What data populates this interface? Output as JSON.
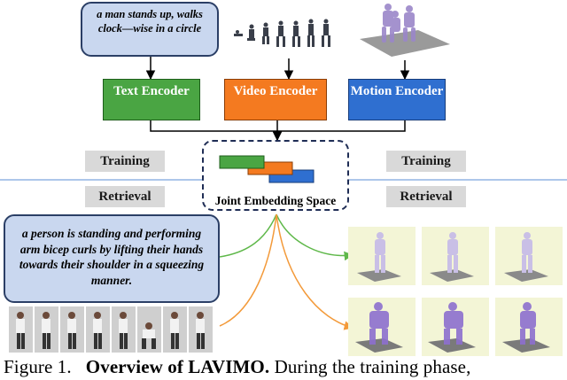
{
  "text_query_top": "a man stands up, walks clock—wise in a circle",
  "text_query_bottom": "a person is standing and performing arm bicep curls by lifting their hands towards their shoulder in a squeezing manner.",
  "encoders": {
    "text": "Text Encoder",
    "video": "Video Encoder",
    "motion": "Motion Encoder"
  },
  "joint_space_label": "Joint Embedding Space",
  "phases": {
    "training": "Training",
    "retrieval": "Retrieval"
  },
  "caption": {
    "prefix": "Figure 1.",
    "bold": "Overview of LAVIMO.",
    "rest": "During the training phase,"
  },
  "colors": {
    "text_encoder": "#4aa543",
    "video_encoder": "#f47a20",
    "motion_encoder": "#2f6fd0",
    "query_box": "#c9d7ef",
    "arrow_green": "#5fb84a",
    "arrow_orange": "#f39a3a",
    "divider": "#5b8fd6"
  }
}
